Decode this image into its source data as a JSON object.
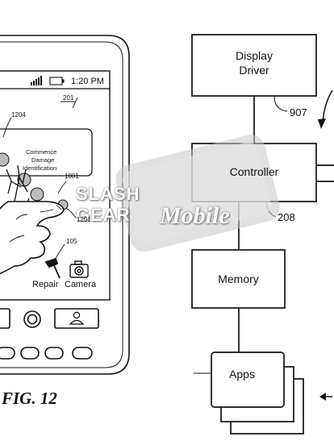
{
  "phone": {
    "status_time": "1:20 PM",
    "screen_ref": "201",
    "popup_ref": "1204",
    "popup_text_line1": "Commence",
    "popup_text_line2": "Damage",
    "popup_text_line3": "Identification",
    "ref_1001": "1001",
    "ref_1201": "1201",
    "ref_105": "105",
    "repair_label": "Repair",
    "camera_label": "Camera"
  },
  "figure_label": "FIG. 12",
  "blocks": {
    "display_driver_line1": "Display",
    "display_driver_line2": "Driver",
    "ref_907": "907",
    "controller": "Controller",
    "ref_208": "208",
    "memory": "Memory",
    "apps": "Apps"
  },
  "watermark": {
    "line1": "SLASH GEAR",
    "line2": "Mobile"
  }
}
